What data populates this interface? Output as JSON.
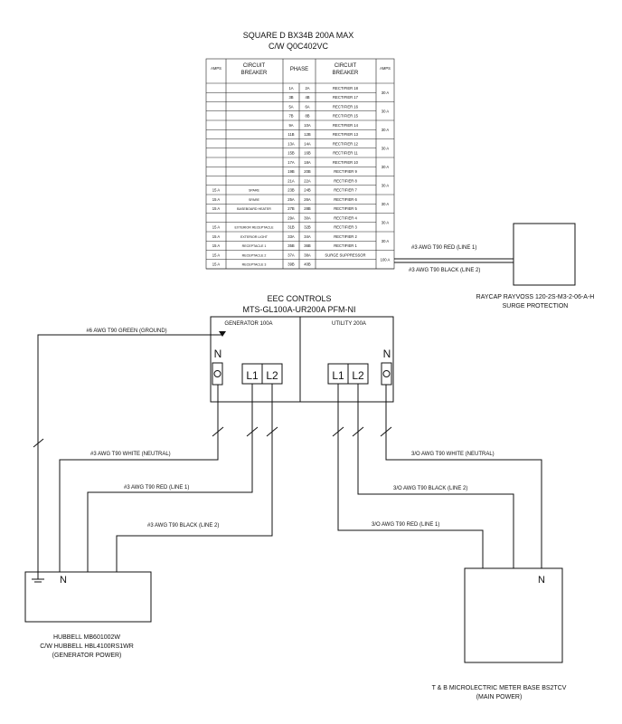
{
  "panel": {
    "title_line1": "SQUARE D BX34B 200A MAX",
    "title_line2": "C/W Q0C402VC",
    "headers": {
      "amps_left": "AMPS",
      "breaker_left_1": "CIRCUIT",
      "breaker_left_2": "BREAKER",
      "phase": "PHASE",
      "breaker_right_1": "CIRCUIT",
      "breaker_right_2": "BREAKER",
      "amps_right": "AMPS"
    },
    "rows": [
      {
        "lamps": "",
        "lname": "",
        "lnum": "1A",
        "rnum": "2A",
        "rname": "RECTIFIER 18"
      },
      {
        "lamps": "",
        "lname": "",
        "lnum": "3B",
        "rnum": "4B",
        "rname": "RECTIFIER 17"
      },
      {
        "lamps": "",
        "lname": "",
        "lnum": "5A",
        "rnum": "6A",
        "rname": "RECTIFIER 16"
      },
      {
        "lamps": "",
        "lname": "",
        "lnum": "7B",
        "rnum": "8B",
        "rname": "RECTIFIER 15"
      },
      {
        "lamps": "",
        "lname": "",
        "lnum": "9A",
        "rnum": "10A",
        "rname": "RECTIFIER 14"
      },
      {
        "lamps": "",
        "lname": "",
        "lnum": "11B",
        "rnum": "12B",
        "rname": "RECTIFIER 13"
      },
      {
        "lamps": "",
        "lname": "",
        "lnum": "13A",
        "rnum": "14A",
        "rname": "RECTIFIER 12"
      },
      {
        "lamps": "",
        "lname": "",
        "lnum": "15B",
        "rnum": "16B",
        "rname": "RECTIFIER 11"
      },
      {
        "lamps": "",
        "lname": "",
        "lnum": "17A",
        "rnum": "18A",
        "rname": "RECTIFIER 10"
      },
      {
        "lamps": "",
        "lname": "",
        "lnum": "19B",
        "rnum": "20B",
        "rname": "RECTIFIER 9"
      },
      {
        "lamps": "",
        "lname": "",
        "lnum": "21A",
        "rnum": "22A",
        "rname": "RECTIFIER 8"
      },
      {
        "lamps": "15 A",
        "lname": "SPARE",
        "lnum": "23B",
        "rnum": "24B",
        "rname": "RECTIFIER 7"
      },
      {
        "lamps": "15 A",
        "lname": "SPARE",
        "lnum": "25A",
        "rnum": "26A",
        "rname": "RECTIFIER 6"
      },
      {
        "lamps": "15 A",
        "lname": "BASEBOARD HEATER",
        "lnum": "27B",
        "rnum": "28B",
        "rname": "RECTIFIER 5"
      },
      {
        "lamps": "",
        "lname": "",
        "lnum": "29A",
        "rnum": "30A",
        "rname": "RECTIFIER 4"
      },
      {
        "lamps": "15 A",
        "lname": "EXTERIOR RECEPTACLE",
        "lnum": "31B",
        "rnum": "32B",
        "rname": "RECTIFIER 3"
      },
      {
        "lamps": "15 A",
        "lname": "EXTERIOR LIGHT",
        "lnum": "33A",
        "rnum": "34A",
        "rname": "RECTIFIER 2"
      },
      {
        "lamps": "15 A",
        "lname": "RECEPTACLE 1",
        "lnum": "35B",
        "rnum": "36B",
        "rname": "RECTIFIER 1"
      },
      {
        "lamps": "15 A",
        "lname": "RECEPTACLE 2",
        "lnum": "37A",
        "rnum": "38A",
        "rname": "SURGE SUPPRESSOR"
      },
      {
        "lamps": "15 A",
        "lname": "RECEPTACLE 3",
        "lnum": "39B",
        "rnum": "40B",
        "rname": ""
      }
    ],
    "right_amps": [
      "30 A",
      "30 A",
      "30 A",
      "30 A",
      "30 A",
      "30 A",
      "30 A",
      "30 A",
      "30 A",
      "100 A"
    ]
  },
  "surge": {
    "line1_label": "#3 AWG T90 RED (LINE 1)",
    "line2_label": "#3 AWG T90 BLACK (LINE 2)",
    "caption1": "RAYCAP RAYVOSS 120-2S-M3-2-06-A-H",
    "caption2": "SURGE PROTECTION"
  },
  "eec": {
    "title1": "EEC CONTROLS",
    "title2": "MTS-GL100A-UR200A PFM-NI",
    "gen_label": "GENERATOR 100A",
    "util_label": "UTILITY 200A",
    "n": "N",
    "l1": "L1",
    "l2": "L2"
  },
  "ground_label": "#6 AWG T90 GREEN (GROUND)",
  "gen_wires": {
    "neutral": "#3 AWG T90 WHITE (NEUTRAL)",
    "line1": "#3 AWG T90 RED (LINE 1)",
    "line2": "#3 AWG T90 BLACK (LINE 2)"
  },
  "util_wires": {
    "neutral": "3/O AWG T90 WHITE (NEUTRAL)",
    "line2": "3/O AWG T90 BLACK (LINE 2)",
    "line1": "3/O AWG T90 RED (LINE 1)"
  },
  "hubbell": {
    "n": "N",
    "caption1": "HUBBELL MB601002W",
    "caption2": "C/W HUBBELL HBL4100RS1WR",
    "caption3": "(GENERATOR POWER)"
  },
  "meter": {
    "n": "N",
    "caption1": "T & B MICROLECTRIC METER BASE BS2TCV",
    "caption2": "(MAIN POWER)"
  }
}
